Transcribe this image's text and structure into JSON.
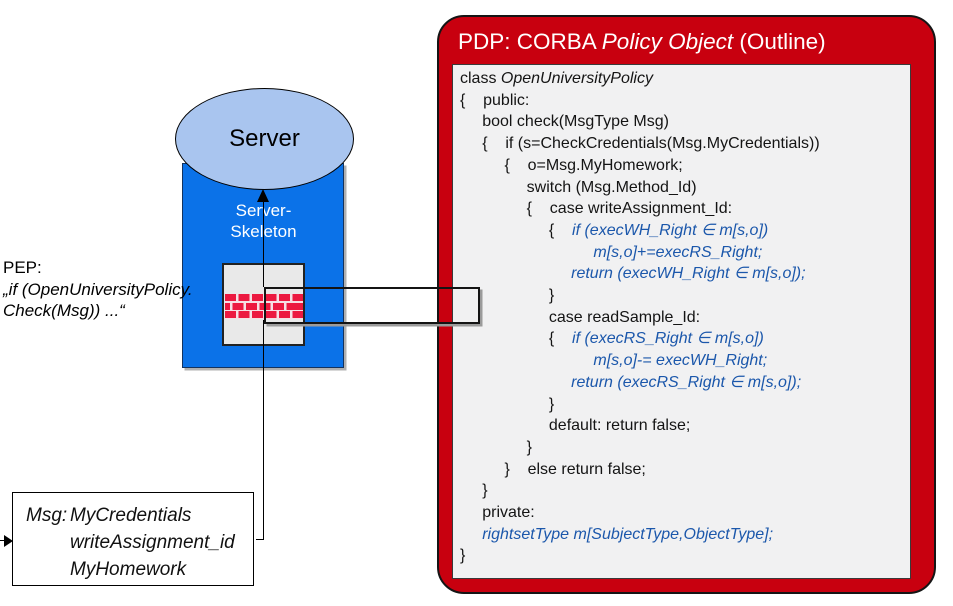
{
  "colors": {
    "accent_red": "#C8000F",
    "server_blue": "#0B72E8",
    "ellipse_blue": "#A9C5EF",
    "code_blue": "#1B57AB",
    "brick_red": "#EC1940"
  },
  "server": {
    "label": "Server",
    "skeleton_label_1": "Server-",
    "skeleton_label_2": "Skeleton"
  },
  "pep": {
    "line1": "PEP:",
    "line2": "„if (OpenUniversityPolicy.",
    "line3": "Check(Msg)) ...“"
  },
  "msg": {
    "label": "Msg:",
    "items": [
      "MyCredentials",
      "writeAssignment_id",
      "MyHomework"
    ]
  },
  "pdp": {
    "title_pre": "PDP: CORBA ",
    "title_italic": "Policy Object",
    "title_post": " (Outline)",
    "code_lines": [
      [
        [
          "k",
          "class "
        ],
        [
          "i",
          "OpenUniversityPolicy"
        ]
      ],
      [
        [
          "k",
          "{    public:"
        ]
      ],
      [
        [
          "k",
          "     bool check(MsgType Msg)"
        ]
      ],
      [
        [
          "k",
          "     {    if (s=CheckCredentials(Msg.MyCredentials))"
        ]
      ],
      [
        [
          "k",
          "          {    o=Msg.MyHomework;"
        ]
      ],
      [
        [
          "k",
          "               switch (Msg.Method_Id)"
        ]
      ],
      [
        [
          "k",
          "               {    case writeAssignment_Id:"
        ]
      ],
      [
        [
          "k",
          "                    {    "
        ],
        [
          "b",
          "if (execWH_Right ∈ m[s,o])"
        ]
      ],
      [
        [
          "b",
          "                              m[s,o]+=execRS_Right;"
        ]
      ],
      [
        [
          "b",
          "                         return (execWH_Right ∈ m[s,o]);"
        ]
      ],
      [
        [
          "k",
          "                    }"
        ]
      ],
      [
        [
          "k",
          "                    case readSample_Id:"
        ]
      ],
      [
        [
          "k",
          "                    {    "
        ],
        [
          "b",
          "if (execRS_Right ∈ m[s,o])"
        ]
      ],
      [
        [
          "b",
          "                              m[s,o]-= execWH_Right;"
        ]
      ],
      [
        [
          "b",
          "                         return (execRS_Right ∈ m[s,o]);"
        ]
      ],
      [
        [
          "k",
          "                    }"
        ]
      ],
      [
        [
          "k",
          "                    default: return false;"
        ]
      ],
      [
        [
          "k",
          "               }"
        ]
      ],
      [
        [
          "k",
          "          }    else return false;"
        ]
      ],
      [
        [
          "k",
          "     }"
        ]
      ],
      [
        [
          "k",
          "     private:"
        ]
      ],
      [
        [
          "b",
          "     rightsetType m[SubjectType,ObjectType];"
        ]
      ],
      [
        [
          "k",
          "}"
        ]
      ]
    ]
  }
}
